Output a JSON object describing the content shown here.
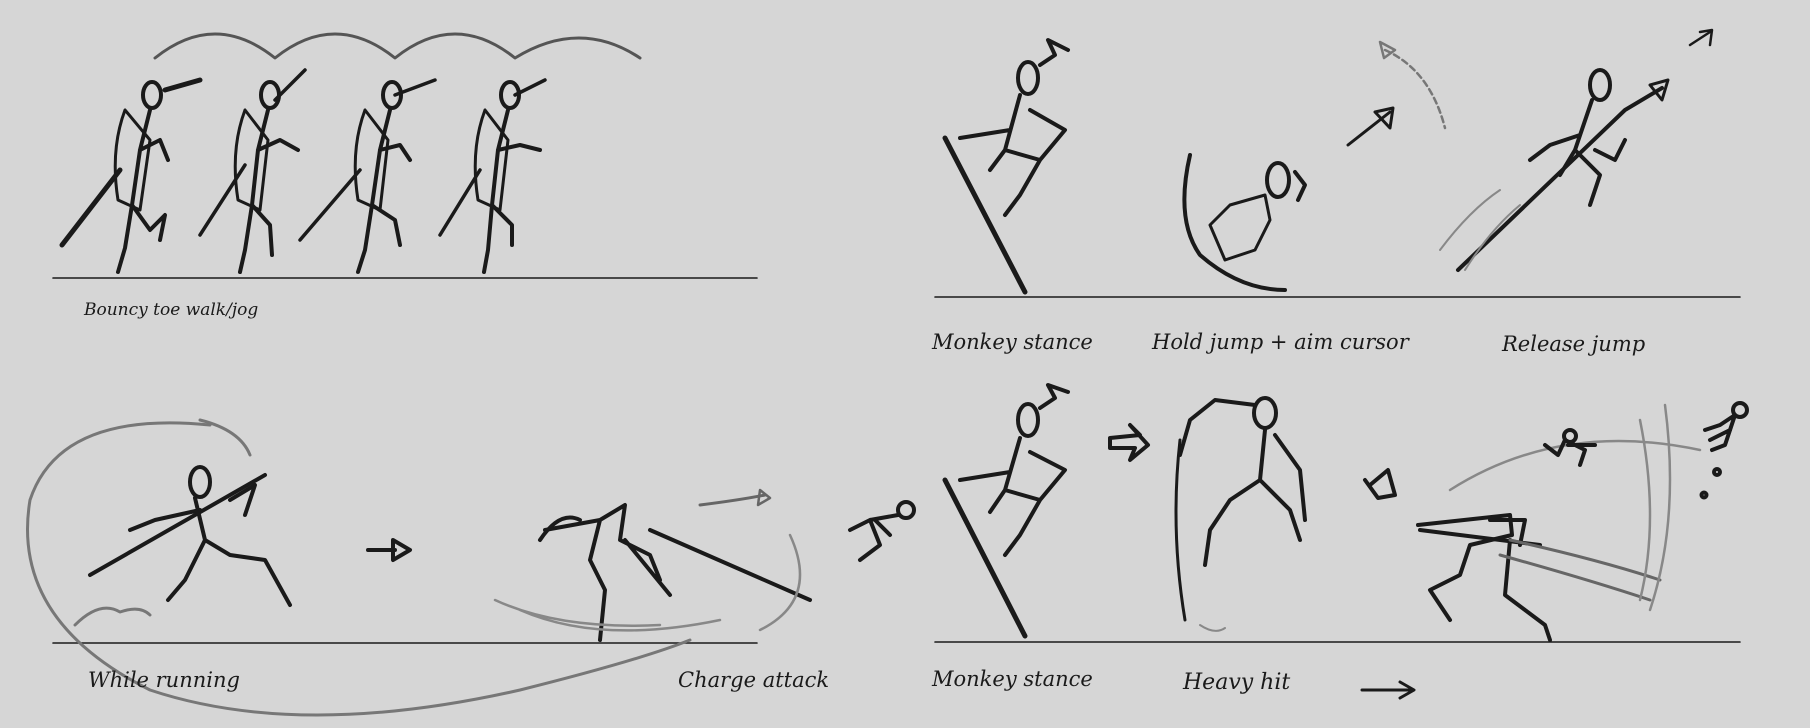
{
  "captions": {
    "walk": "Bouncy toe walk/jog",
    "monkey_stance_top": "Monkey stance",
    "hold_jump": "Hold jump + aim cursor",
    "release_jump": "Release jump",
    "while_running": "While running",
    "charge_attack": "Charge attack",
    "monkey_stance_bottom": "Monkey stance",
    "heavy_hit": "Heavy hit"
  },
  "colors": {
    "background": "#d6d6d6",
    "ink": "#1a1a1a",
    "light_ink": "#7a7a7a"
  }
}
